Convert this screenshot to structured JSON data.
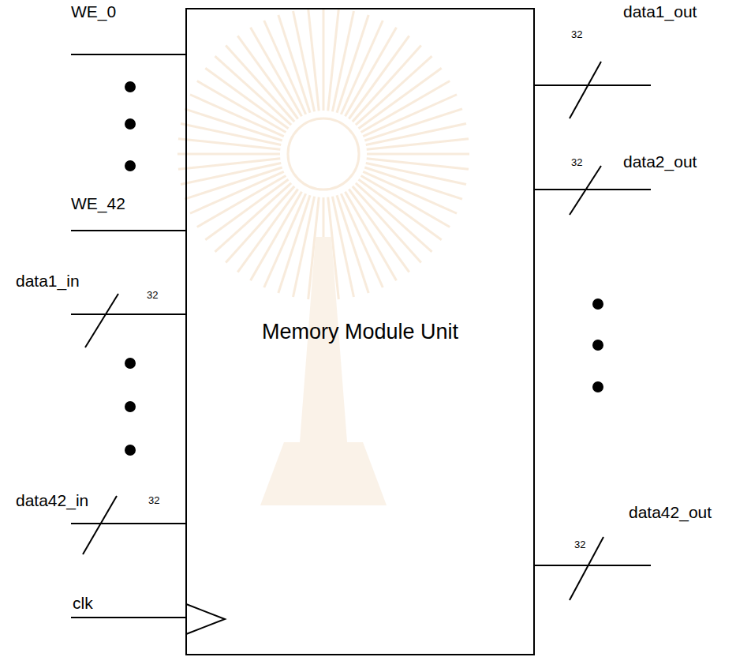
{
  "diagram": {
    "nodes": [
      {
        "text": [
          "Memory Module Unit"
        ]
      }
    ],
    "labels": [
      "WE_0",
      "WE_42",
      "data1_in",
      "32",
      "data42_in",
      "32",
      "clk",
      "data1_out",
      "32",
      "data2_out",
      "32",
      "data42_out",
      "32"
    ]
  }
}
